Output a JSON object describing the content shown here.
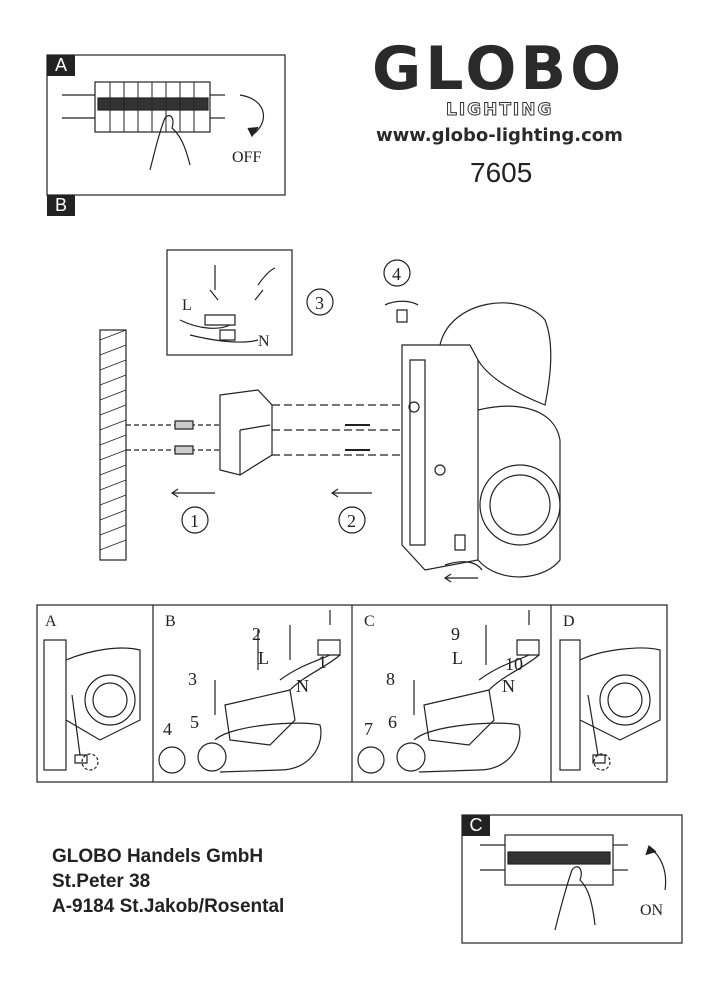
{
  "brand": {
    "name": "GLOBO",
    "sub": "LIGHTING",
    "url": "www.globo-lighting.com"
  },
  "model_number": "7605",
  "steps": {
    "box_a_label": "A",
    "box_b_label": "B",
    "box_c_label": "C",
    "off_label": "OFF",
    "on_label": "ON"
  },
  "main_diagram": {
    "step_numbers": [
      "1",
      "2",
      "3",
      "4"
    ],
    "wire_labels": {
      "live": "L",
      "neutral": "N"
    }
  },
  "panels": [
    {
      "label": "A"
    },
    {
      "label": "B",
      "callouts": [
        "1",
        "2",
        "3",
        "4",
        "5",
        "L",
        "N"
      ]
    },
    {
      "label": "C",
      "callouts": [
        "6",
        "7",
        "8",
        "9",
        "10",
        "L",
        "N"
      ]
    },
    {
      "label": "D"
    }
  ],
  "address": {
    "company": "GLOBO Handels GmbH",
    "street": "St.Peter 38",
    "city": "A-9184 St.Jakob/Rosental"
  }
}
